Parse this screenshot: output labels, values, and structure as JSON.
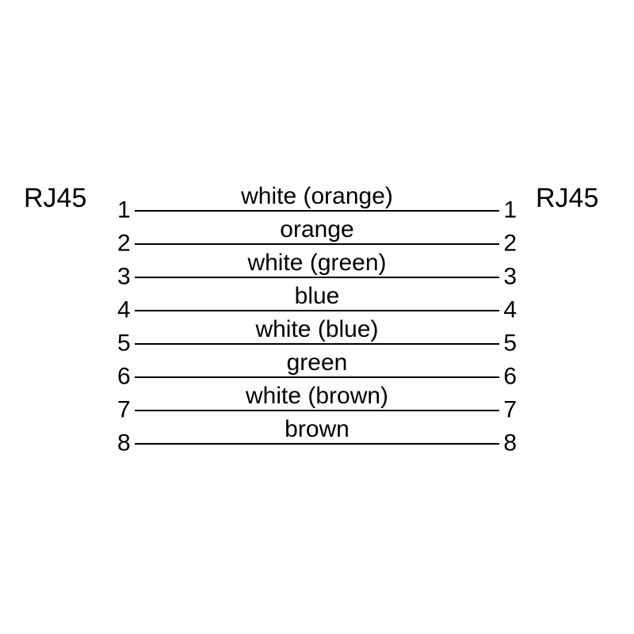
{
  "diagram": {
    "left_connector_label": "RJ45",
    "right_connector_label": "RJ45",
    "line_color": "#000000",
    "background_color": "#ffffff",
    "rows": [
      {
        "pin": "1",
        "wire": "white (orange)"
      },
      {
        "pin": "2",
        "wire": "orange"
      },
      {
        "pin": "3",
        "wire": "white (green)"
      },
      {
        "pin": "4",
        "wire": "blue"
      },
      {
        "pin": "5",
        "wire": "white (blue)"
      },
      {
        "pin": "6",
        "wire": "green"
      },
      {
        "pin": "7",
        "wire": "white (brown)"
      },
      {
        "pin": "8",
        "wire": "brown"
      }
    ]
  }
}
